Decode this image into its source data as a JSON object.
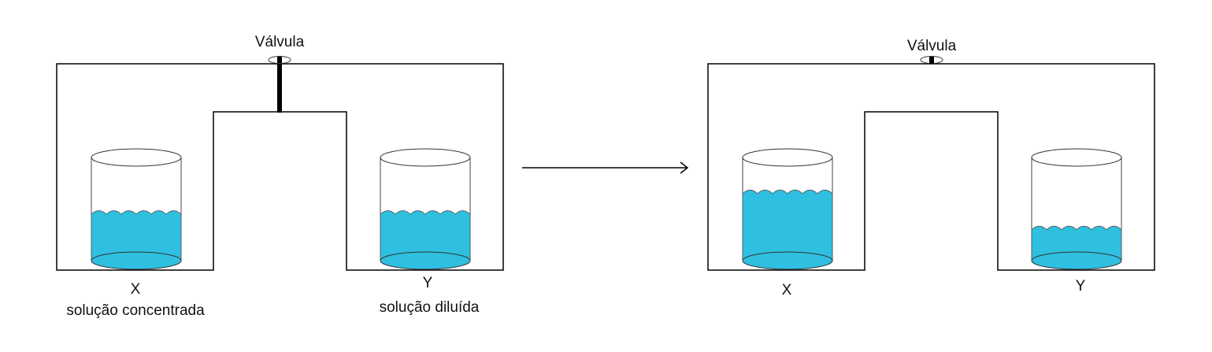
{
  "colors": {
    "water": "#2fbfe0",
    "line": "#000000"
  },
  "before": {
    "valve_label": "Válvula",
    "beaker_x": {
      "label": "X",
      "caption": "solução concentrada",
      "fill_fraction": 0.45
    },
    "beaker_y": {
      "label": "Y",
      "caption": "solução diluída",
      "fill_fraction": 0.45
    }
  },
  "after": {
    "valve_label": "Válvula",
    "beaker_x": {
      "label": "X",
      "fill_fraction": 0.65
    },
    "beaker_y": {
      "label": "Y",
      "fill_fraction": 0.3
    }
  }
}
